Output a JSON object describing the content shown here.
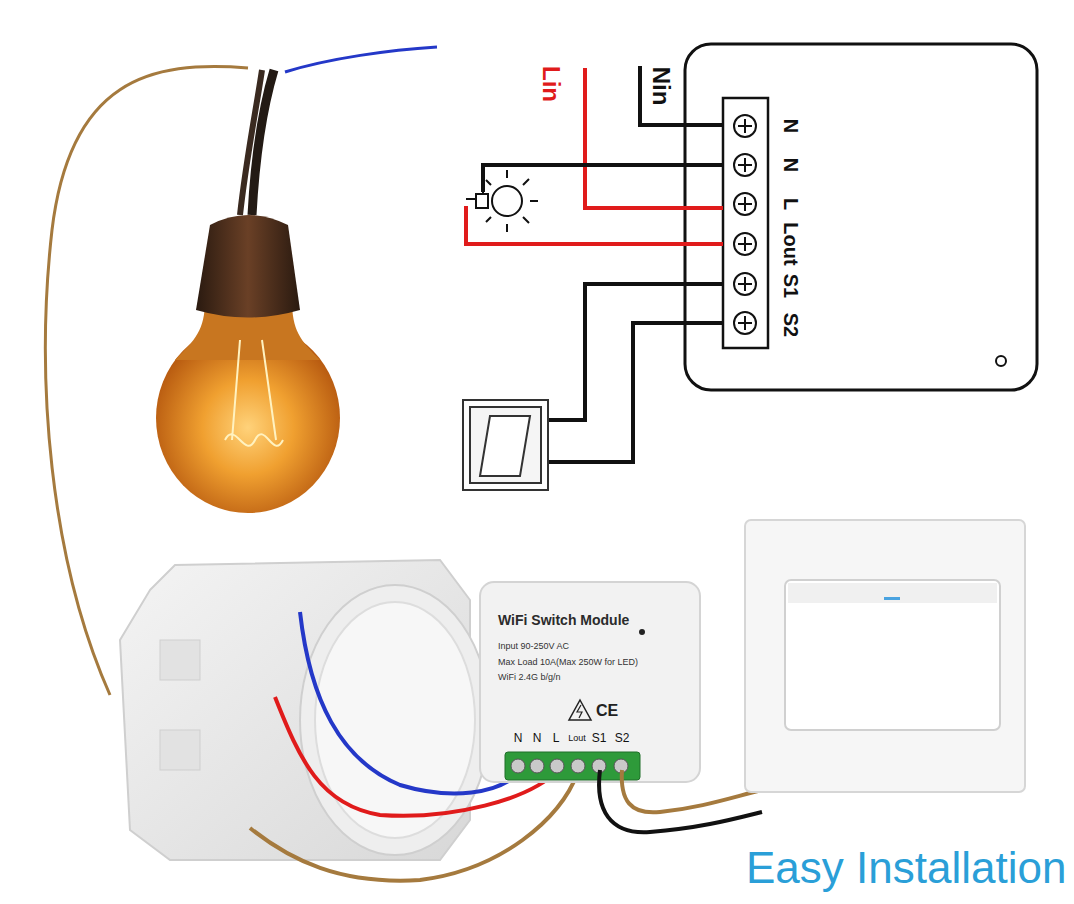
{
  "diagram": {
    "caption": "Easy Installation",
    "nodes": [
      {
        "text": [
          "WiFi Switch Module",
          "Input 90-250V AC",
          "Max Load 10A(Max 250W for LED)",
          "WiFi 2.4G b/g/n"
        ]
      }
    ],
    "labels": [
      "Lin",
      "Nin",
      "N",
      "N",
      "L",
      "Lout",
      "S1",
      "S2",
      "CE",
      "N",
      "N",
      "L",
      "Lout",
      "S1",
      "S2"
    ]
  }
}
